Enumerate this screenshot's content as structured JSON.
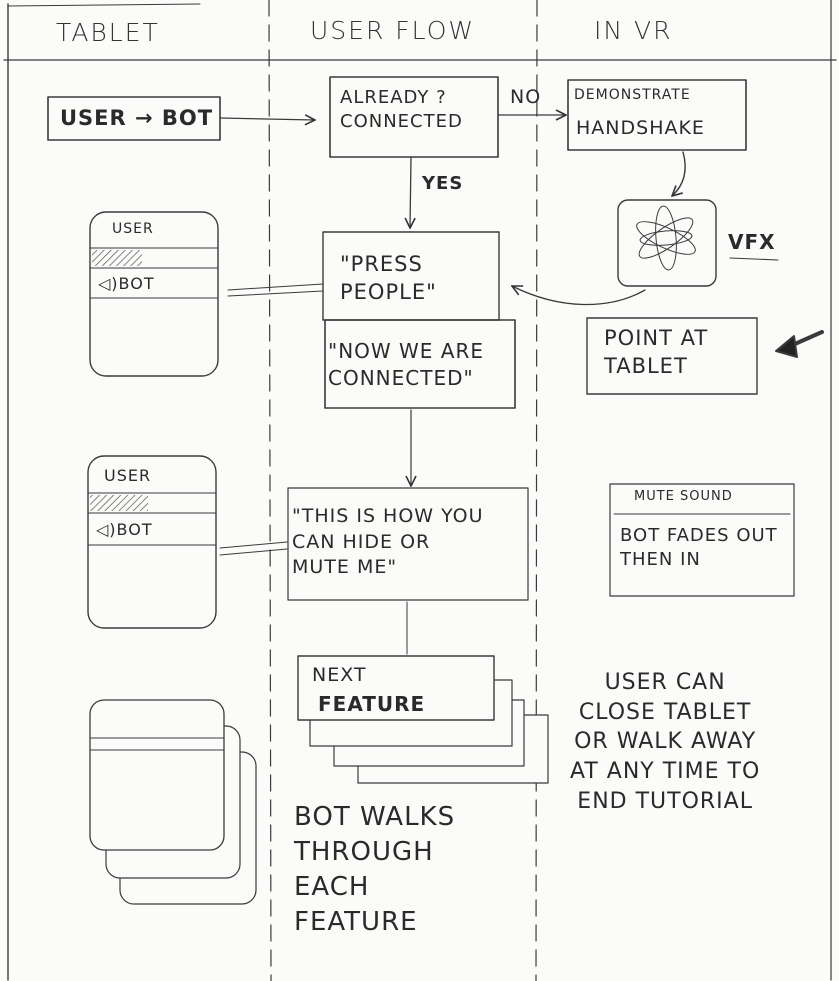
{
  "columns": {
    "tablet": "TABLET",
    "user_flow": "USER FLOW",
    "in_vr": "IN VR"
  },
  "tablet": {
    "user_bot": "USER → BOT",
    "screen1_user": "USER",
    "screen1_bot": "◁)BOT",
    "screen2_user": "USER",
    "screen2_bot": "◁)BOT"
  },
  "flow": {
    "already_connected": "ALREADY ?\nCONNECTED",
    "no": "NO",
    "yes": "YES",
    "press_people": "\"PRESS\nPEOPLE\"",
    "now_connected": "\"NOW WE ARE\nCONNECTED\"",
    "hide_mute": "\"THIS IS HOW YOU\nCAN HIDE OR\nMUTE ME\"",
    "next_feature_1": "NEXT",
    "next_feature_2": "FEATURE",
    "bot_walks": "BOT WALKS\nTHROUGH\nEACH\nFEATURE"
  },
  "vr": {
    "demonstrate": "DEMONSTRATE",
    "handshake": "HANDSHAKE",
    "vfx": "VFX",
    "point_at_tablet": "POINT AT\nTABLET",
    "mute_sound": "MUTE SOUND",
    "bot_fades": "BOT FADES OUT\nTHEN IN",
    "user_can_close": "USER CAN\nCLOSE TABLET\nOR WALK AWAY\nAT ANY TIME TO\nEND TUTORIAL"
  }
}
